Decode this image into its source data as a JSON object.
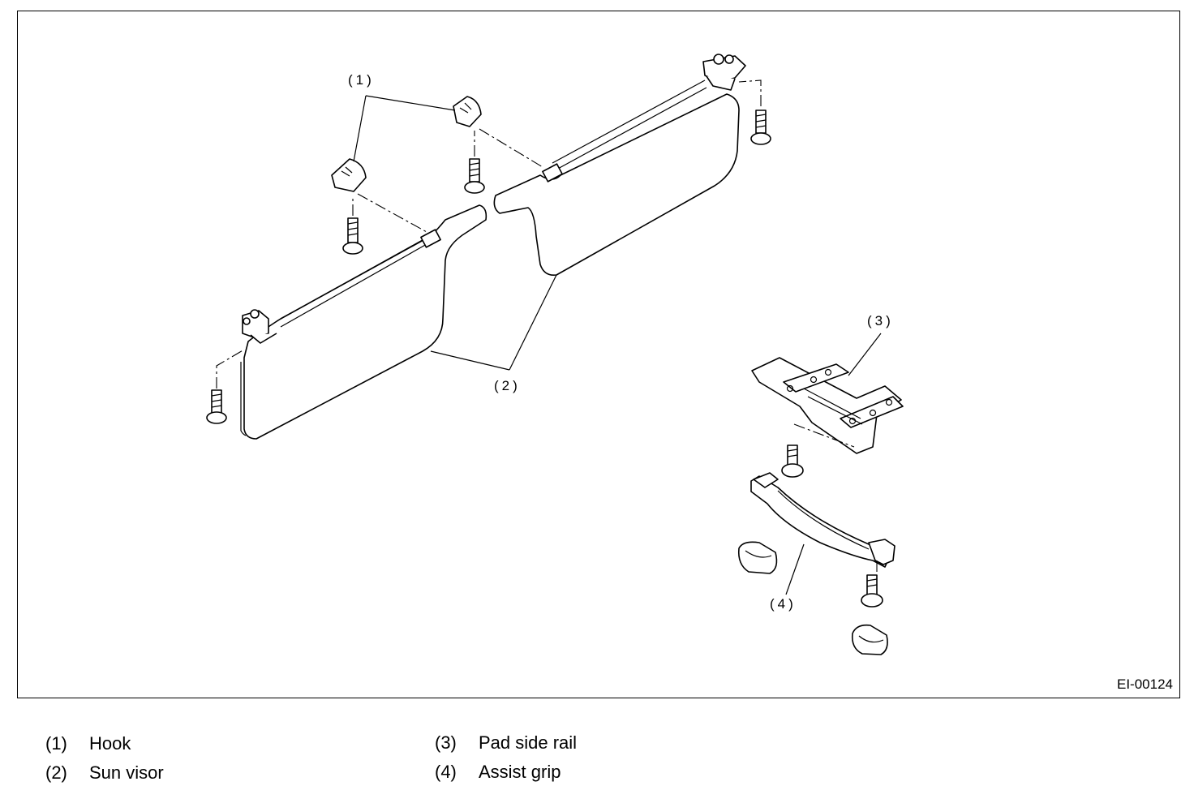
{
  "figure": {
    "id": "EI-00124",
    "callouts": [
      "(1)",
      "(2)",
      "(3)",
      "(4)"
    ]
  },
  "legend": [
    {
      "num": "(1)",
      "label": "Hook"
    },
    {
      "num": "(2)",
      "label": "Sun visor"
    },
    {
      "num": "(3)",
      "label": "Pad side rail"
    },
    {
      "num": "(4)",
      "label": "Assist grip"
    }
  ]
}
